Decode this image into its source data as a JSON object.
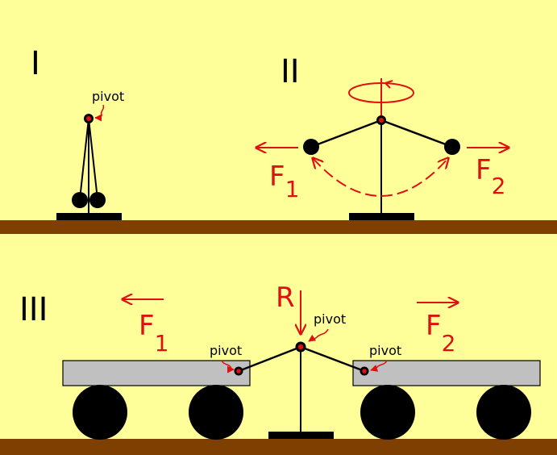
{
  "colors": {
    "background": "#FFFF99",
    "ground": "#7F3F00",
    "cart_body": "#C0C0C0",
    "force": "#E01010",
    "ink": "#000000"
  },
  "panel_1": {
    "label": "I",
    "pivot_label": "pivot"
  },
  "panel_2": {
    "label": "II",
    "force_left": {
      "letter": "F",
      "subscript": "1"
    },
    "force_right": {
      "letter": "F",
      "subscript": "2"
    }
  },
  "panel_3": {
    "label": "III",
    "reaction_label": "R",
    "pivot_center_label": "pivot",
    "pivot_left_label": "pivot",
    "pivot_right_label": "pivot",
    "force_left": {
      "letter": "F",
      "subscript": "1"
    },
    "force_right": {
      "letter": "F",
      "subscript": "2"
    }
  }
}
